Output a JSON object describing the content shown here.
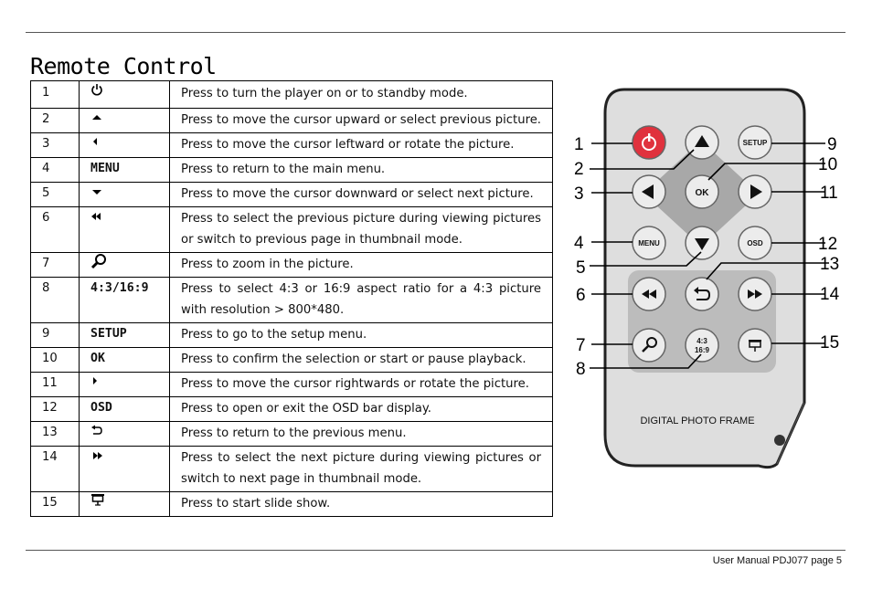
{
  "title": "Remote Control",
  "rows": [
    {
      "num": "1",
      "key": "",
      "icon": "power-icon",
      "desc": "Press to turn the player on or to standby mode."
    },
    {
      "num": "2",
      "key": "",
      "icon": "arrow-up-icon",
      "desc": "Press to move the cursor upward or select previous picture."
    },
    {
      "num": "3",
      "key": "",
      "icon": "arrow-left-icon",
      "desc": "Press to move the cursor leftward or rotate the picture."
    },
    {
      "num": "4",
      "key": "MENU",
      "icon": "",
      "desc": "Press to return to the main menu."
    },
    {
      "num": "5",
      "key": "",
      "icon": "arrow-down-icon",
      "desc": "Press to move the cursor downward or select next picture."
    },
    {
      "num": "6",
      "key": "",
      "icon": "rewind-icon",
      "desc": "Press to select the previous picture during viewing pictures or switch to previous page in thumbnail mode."
    },
    {
      "num": "7",
      "key": "",
      "icon": "zoom-icon",
      "desc": "Press to zoom in the picture."
    },
    {
      "num": "8",
      "key": "4:3/16:9",
      "icon": "",
      "desc": "Press to select 4:3 or 16:9 aspect ratio for a 4:3 picture with resolution > 800*480."
    },
    {
      "num": "9",
      "key": "SETUP",
      "icon": "",
      "desc": "Press to go to the setup menu."
    },
    {
      "num": "10",
      "key": "OK",
      "icon": "",
      "desc": "Press to confirm the selection or start or pause playback."
    },
    {
      "num": "11",
      "key": "",
      "icon": "arrow-right-icon",
      "desc": "Press to move the cursor rightwards or rotate the picture."
    },
    {
      "num": "12",
      "key": "OSD",
      "icon": "",
      "desc": "Press to open or exit the OSD bar display."
    },
    {
      "num": "13",
      "key": "",
      "icon": "return-icon",
      "desc": "Press to return to the previous menu."
    },
    {
      "num": "14",
      "key": "",
      "icon": "fast-forward-icon",
      "desc": "Press to select the next picture during viewing pictures or switch to next page in thumbnail mode."
    },
    {
      "num": "15",
      "key": "",
      "icon": "slideshow-icon",
      "desc": "Press to start slide show."
    }
  ],
  "remote": {
    "buttons": {
      "setup": "SETUP",
      "ok": "OK",
      "menu": "MENU",
      "osd": "OSD",
      "ratio_top": "4:3",
      "ratio_bottom": "16:9"
    },
    "brand_text": "DIGITAL PHOTO FRAME",
    "callouts": [
      "1",
      "2",
      "3",
      "4",
      "5",
      "6",
      "7",
      "8",
      "9",
      "10",
      "11",
      "12",
      "13",
      "14",
      "15"
    ],
    "colors": {
      "body": "#dcdcdc",
      "power": "#e0313d",
      "dpad": "#a9a9a9",
      "button": "#ececec",
      "lower_panel": "#bdbdbd"
    }
  },
  "footer": "User Manual PDJ077 page 5"
}
